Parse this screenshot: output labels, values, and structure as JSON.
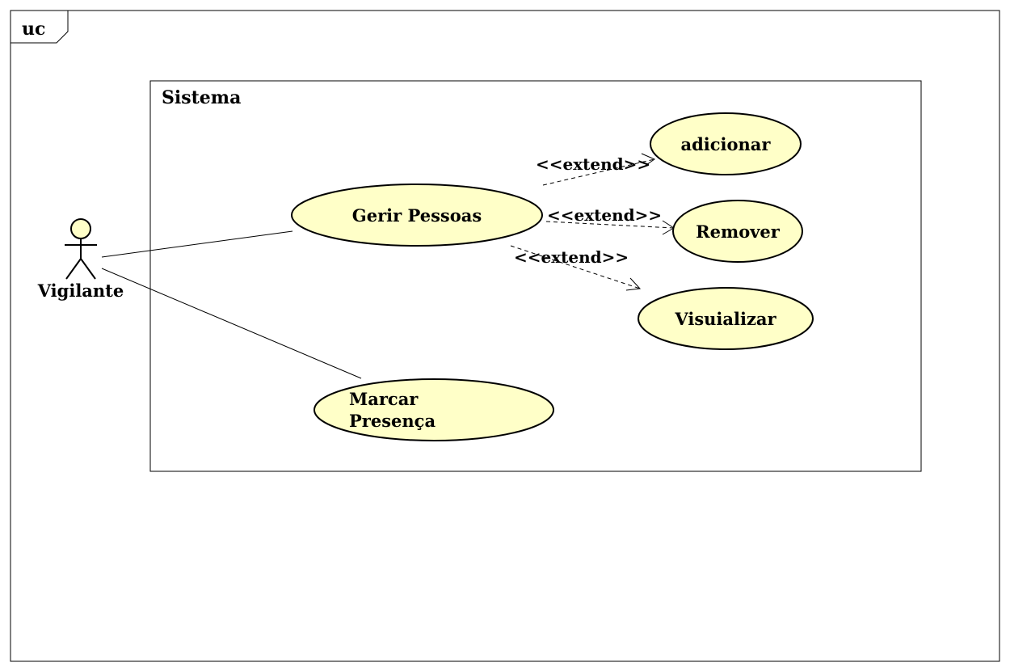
{
  "diagram": {
    "frame_label": "uc",
    "system_label": "Sistema",
    "actor": {
      "name": "Vigilante",
      "icon": "stick-figure-icon"
    },
    "use_cases": {
      "gerir": "Gerir Pessoas",
      "adicionar": "adicionar",
      "remover": "Remover",
      "visualizar": "Visuializar",
      "marcar": [
        "Marcar",
        "Presença"
      ]
    },
    "relations": {
      "extend_adicionar": "<<extend>>",
      "extend_remover": "<<extend>>",
      "extend_visualizar": "<<extend>>"
    },
    "colors": {
      "use_case_fill": "#ffffc8",
      "stroke": "#000000",
      "background": "#ffffff"
    }
  }
}
